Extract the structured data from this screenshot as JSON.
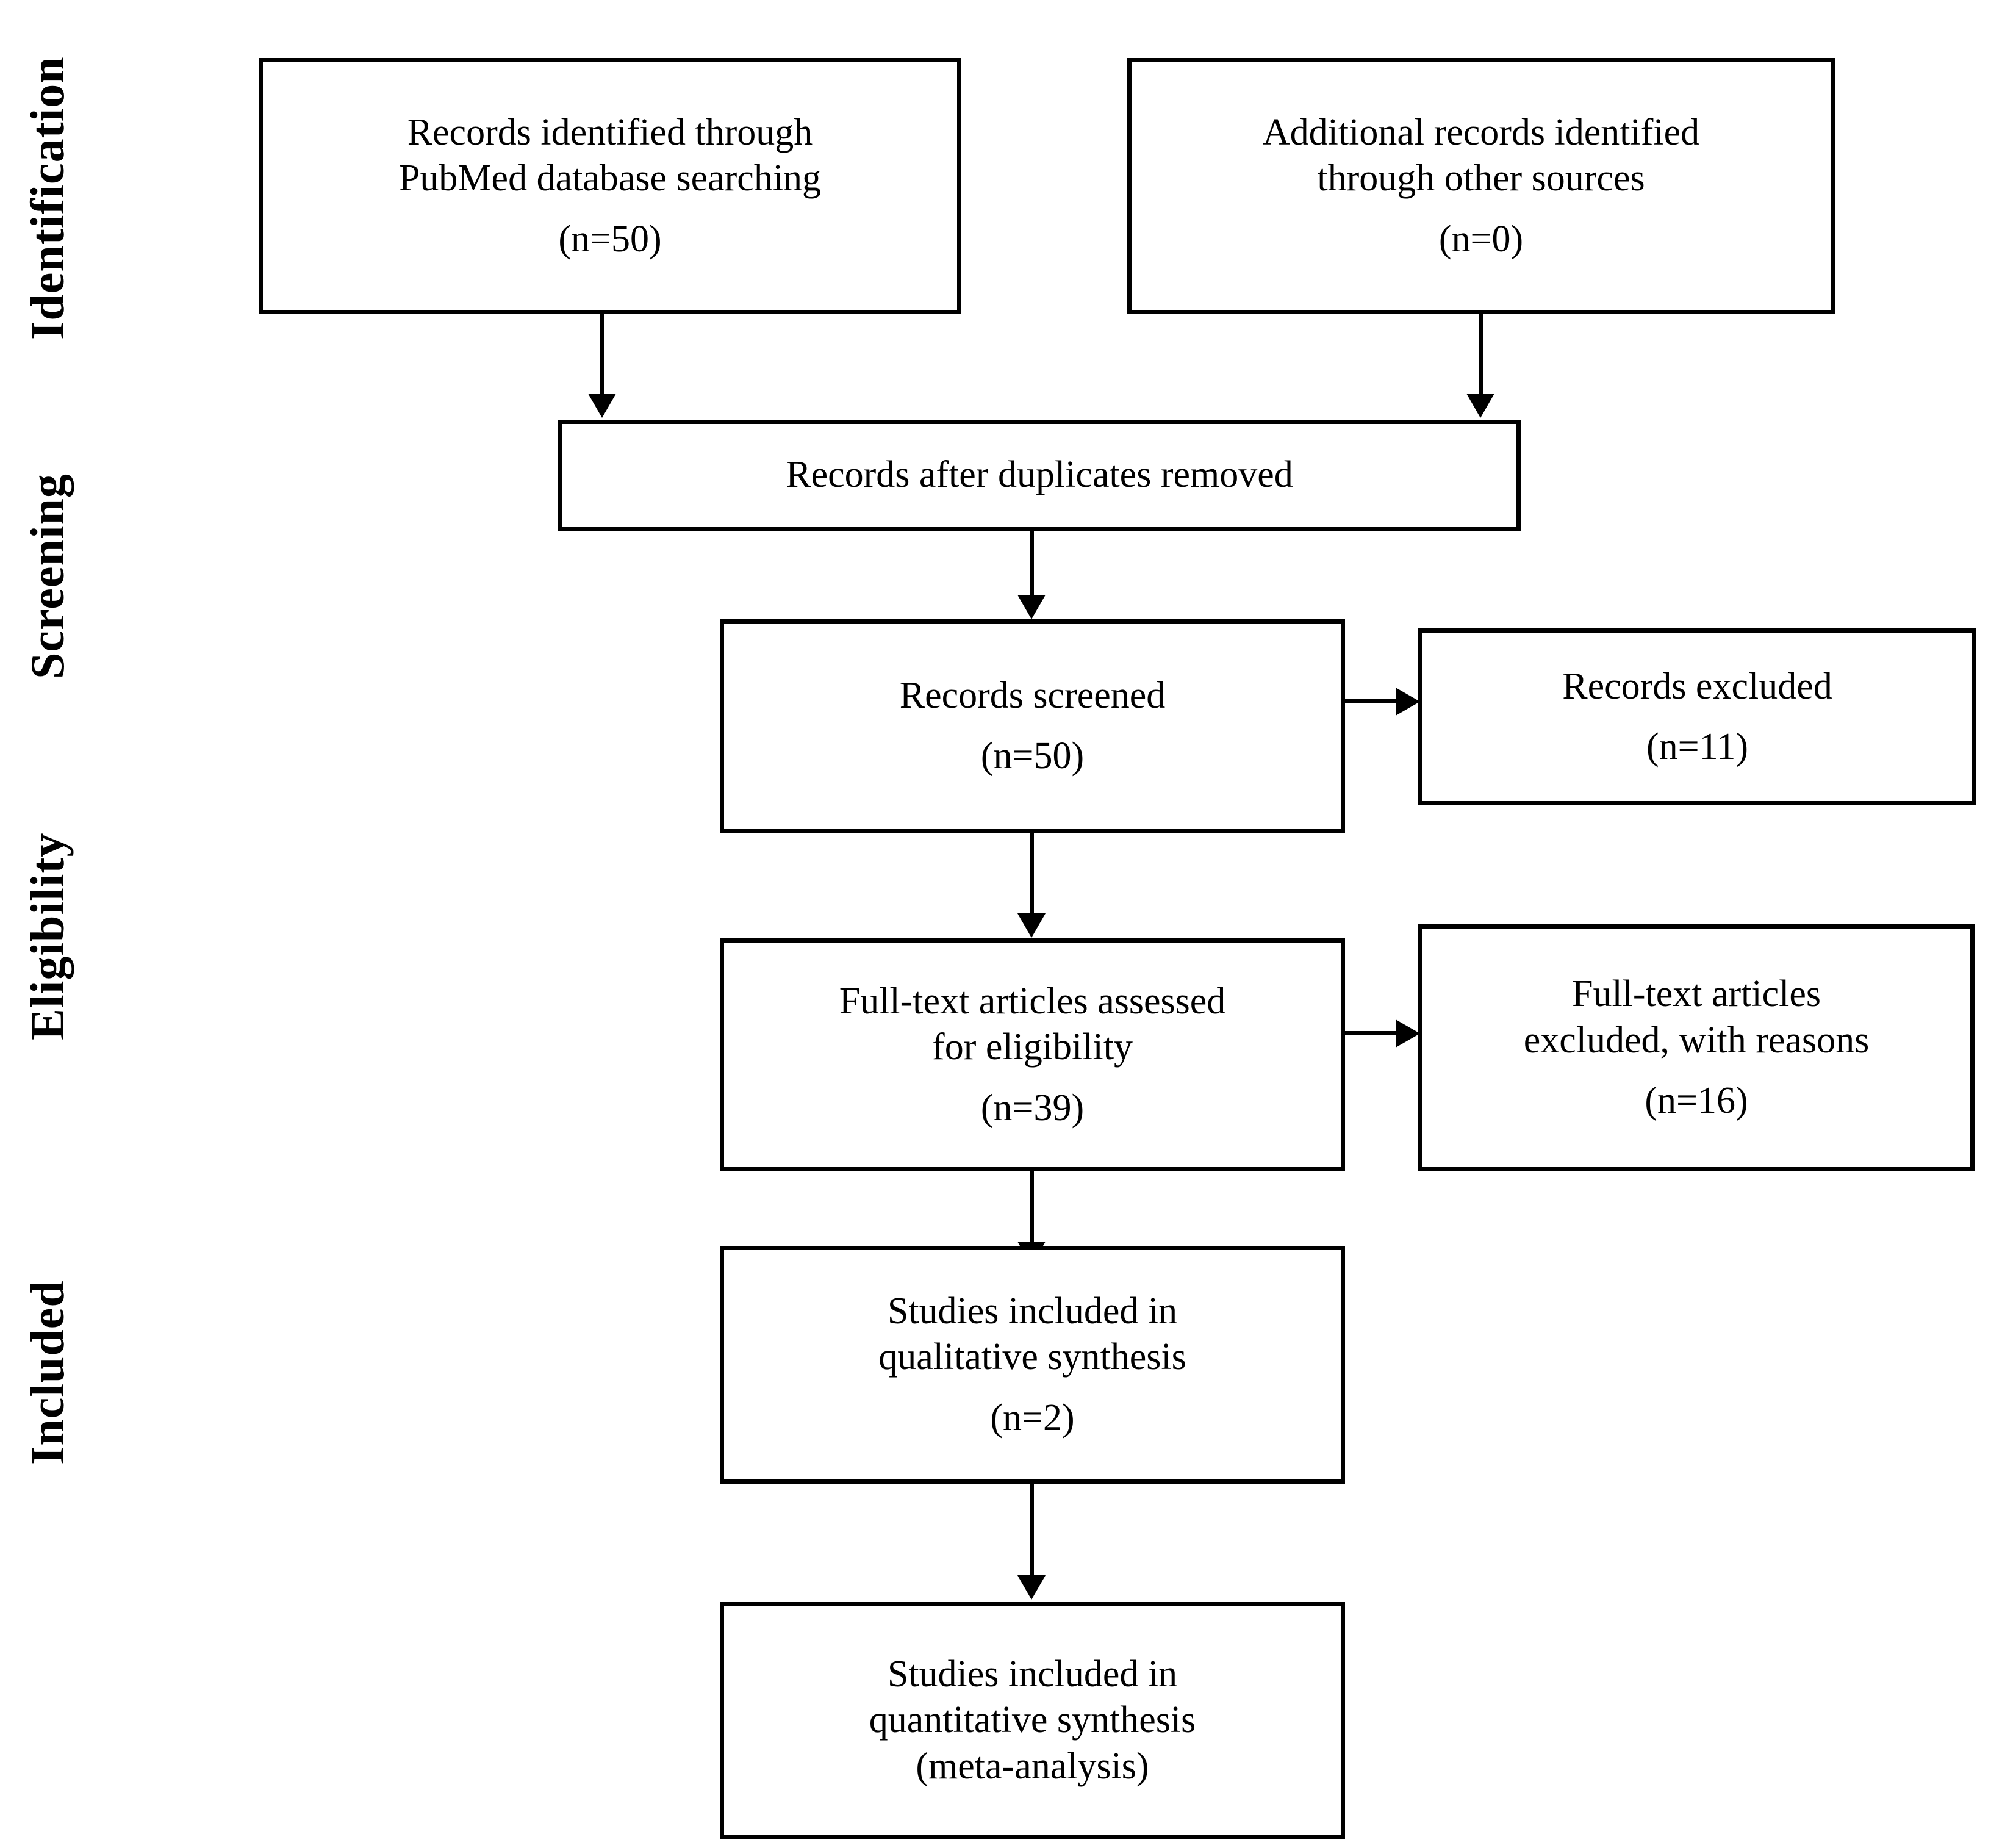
{
  "diagram": {
    "title": "PRISMA flow diagram",
    "type": "flowchart",
    "line_color": "#000000",
    "box_fill": "#ffffff",
    "background": "#ffffff"
  },
  "stages": [
    {
      "id": "identification",
      "label": "Identification"
    },
    {
      "id": "screening",
      "label": "Screening"
    },
    {
      "id": "eligibility",
      "label": "Eligibility"
    },
    {
      "id": "included",
      "label": "Included"
    }
  ],
  "nodes": {
    "records_identified": {
      "id": "records-identified",
      "stage": "identification",
      "line1": "Records identified through",
      "line2": "PubMed database searching",
      "count": "(n=50)",
      "n": 50
    },
    "additional_records": {
      "id": "additional-records",
      "stage": "identification",
      "line1": "Additional records identified",
      "line2": "through other sources",
      "count": "(n=0)",
      "n": 0
    },
    "duplicates_removed": {
      "id": "records-after-duplicates-removed",
      "stage": "screening",
      "line1": "Records after duplicates removed",
      "count": "",
      "n": null
    },
    "records_screened": {
      "id": "records-screened",
      "stage": "screening",
      "line1": "Records screened",
      "count": "(n=50)",
      "n": 50
    },
    "records_excluded": {
      "id": "records-excluded",
      "stage": "screening",
      "line1": "Records excluded",
      "count": "(n=11)",
      "n": 11
    },
    "fulltext_assessed": {
      "id": "full-text-articles-assessed",
      "stage": "eligibility",
      "line1": "Full-text articles assessed",
      "line2": "for eligibility",
      "count": "(n=39)",
      "n": 39
    },
    "fulltext_excluded": {
      "id": "full-text-articles-excluded",
      "stage": "eligibility",
      "line1": "Full-text articles",
      "line2": "excluded, with reasons",
      "count": "(n=16)",
      "n": 16
    },
    "qualitative_synthesis": {
      "id": "studies-included-qualitative",
      "stage": "included",
      "line1": "Studies included in",
      "line2": "qualitative synthesis",
      "count": "(n=2)",
      "n": 2
    },
    "quantitative_synthesis": {
      "id": "studies-included-quantitative",
      "stage": "included",
      "line1": "Studies included in",
      "line2": "quantitative synthesis",
      "count": "(meta-analysis)",
      "n": null
    }
  },
  "edges": [
    {
      "from": "records_identified",
      "to": "duplicates_removed",
      "direction": "down"
    },
    {
      "from": "additional_records",
      "to": "duplicates_removed",
      "direction": "down"
    },
    {
      "from": "duplicates_removed",
      "to": "records_screened",
      "direction": "down"
    },
    {
      "from": "records_screened",
      "to": "records_excluded",
      "direction": "right"
    },
    {
      "from": "records_screened",
      "to": "fulltext_assessed",
      "direction": "down"
    },
    {
      "from": "fulltext_assessed",
      "to": "fulltext_excluded",
      "direction": "right"
    },
    {
      "from": "fulltext_assessed",
      "to": "qualitative_synthesis",
      "direction": "down"
    },
    {
      "from": "qualitative_synthesis",
      "to": "quantitative_synthesis",
      "direction": "down"
    }
  ]
}
